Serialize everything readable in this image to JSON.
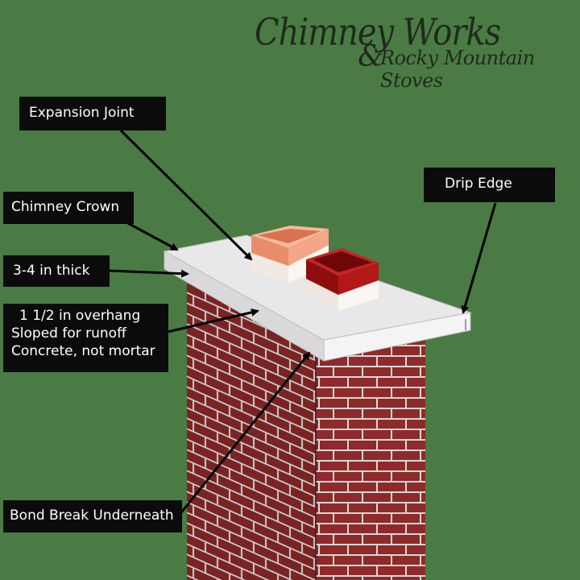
{
  "logo": {
    "line1": "Chimney Works",
    "amp": "&",
    "line2": "Rocky Mountain Stoves"
  },
  "labels": {
    "expansion_joint": "Expansion Joint",
    "drip_edge": "Drip Edge",
    "chimney_crown": "Chimney Crown",
    "thickness": "3-4 in thick",
    "overhang": [
      "1 1/2 in overhang",
      "Sloped for runoff",
      "Concrete, not mortar"
    ],
    "bond_break": "Bond Break Underneath"
  },
  "colors": {
    "background": "#4b7b44",
    "label_bg": "#0b0b0b",
    "brick": "#8e2a2a",
    "mortar": "#cfcfcf",
    "crown": "#e6e6e6",
    "flue_left": "#f0a27a",
    "flue_right": "#9a0e0e"
  }
}
